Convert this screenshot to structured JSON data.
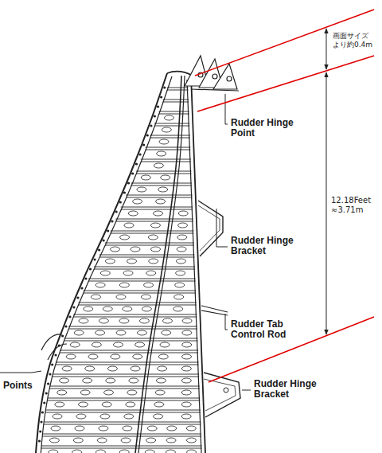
{
  "diagram": {
    "labels": [
      "画面サイズ より約0.4m",
      "Rudder Hinge Point",
      "Rudder Hinge Bracket",
      "12.18Feet ≈3.71m",
      "Rudder Tab Control Rod",
      "Rudder Hinge Bracket",
      "Points"
    ]
  }
}
